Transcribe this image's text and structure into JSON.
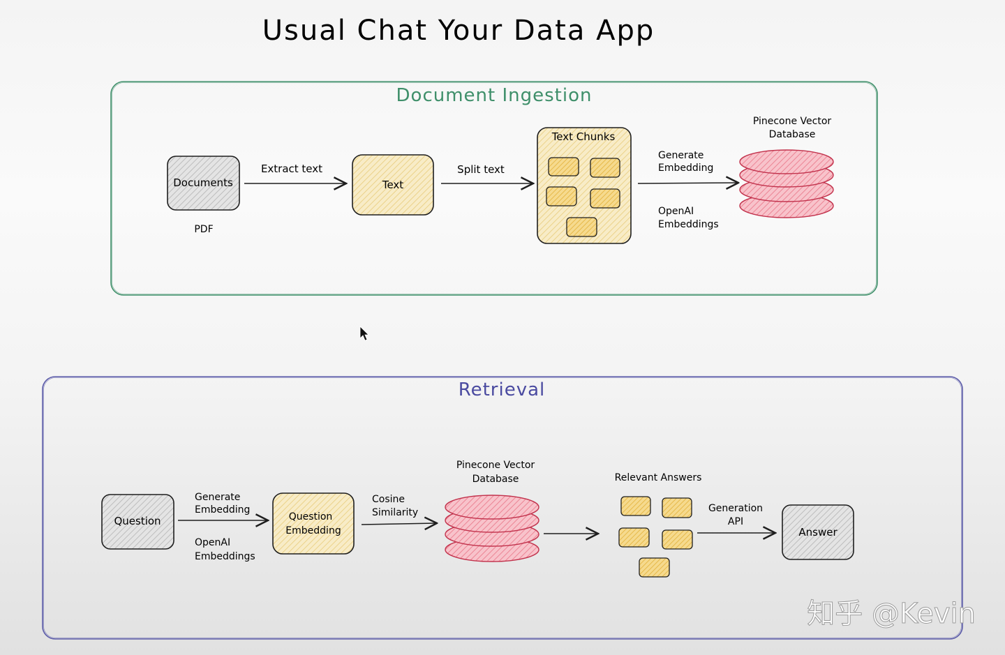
{
  "title": "Usual Chat Your Data App",
  "colors": {
    "ingestion_frame": "#3f8f6a",
    "retrieval_frame": "#5a5aa8",
    "gray_box": "#d4d4d4",
    "yellow_box": "#f3dfa5",
    "chunk": "#f0c968",
    "db_fill": "#f4a7b3",
    "db_stroke": "#c2334d"
  },
  "ingestion": {
    "title": "Document Ingestion",
    "documents": "Documents",
    "pdf": "PDF",
    "extract_text": "Extract text",
    "text": "Text",
    "split_text": "Split text",
    "text_chunks": "Text Chunks",
    "generate_embedding_1": "Generate",
    "generate_embedding_2": "Embedding",
    "openai_1": "OpenAI",
    "openai_2": "Embeddings",
    "db_1": "Pinecone Vector",
    "db_2": "Database"
  },
  "retrieval": {
    "title": "Retrieval",
    "question": "Question",
    "generate_embedding_1": "Generate",
    "generate_embedding_2": "Embedding",
    "openai_1": "OpenAI",
    "openai_2": "Embeddings",
    "question_embedding_1": "Question",
    "question_embedding_2": "Embedding",
    "cosine_1": "Cosine",
    "cosine_2": "Similarity",
    "db_1": "Pinecone Vector",
    "db_2": "Database",
    "relevant_answers": "Relevant Answers",
    "generation_1": "Generation",
    "generation_2": "API",
    "answer": "Answer"
  },
  "watermark": "知乎 @Kevin"
}
